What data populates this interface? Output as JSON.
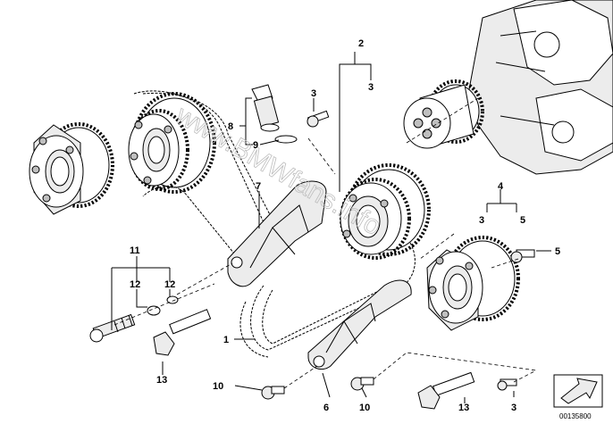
{
  "diagram": {
    "callouts": {
      "c1": "1",
      "c2": "2",
      "c3_under2": "3",
      "c3_bolt_top": "3",
      "c4": "4",
      "c3_under4": "3",
      "c5_under4": "5",
      "c5_right": "5",
      "c6": "6",
      "c7": "7",
      "c8": "8",
      "c9": "9",
      "c10_left": "10",
      "c10_right": "10",
      "c11": "11",
      "c12_left": "12",
      "c12_right": "12",
      "c13_left": "13",
      "c13_right": "13",
      "c3_bottom": "3"
    },
    "watermark": "www.BMWfans.info",
    "doc_id": "00135800",
    "icons": [
      "sprocket-icon",
      "bolt-icon",
      "crankshaft-icon",
      "chain-icon",
      "tensioner-rail-icon",
      "arrow-icon"
    ]
  }
}
